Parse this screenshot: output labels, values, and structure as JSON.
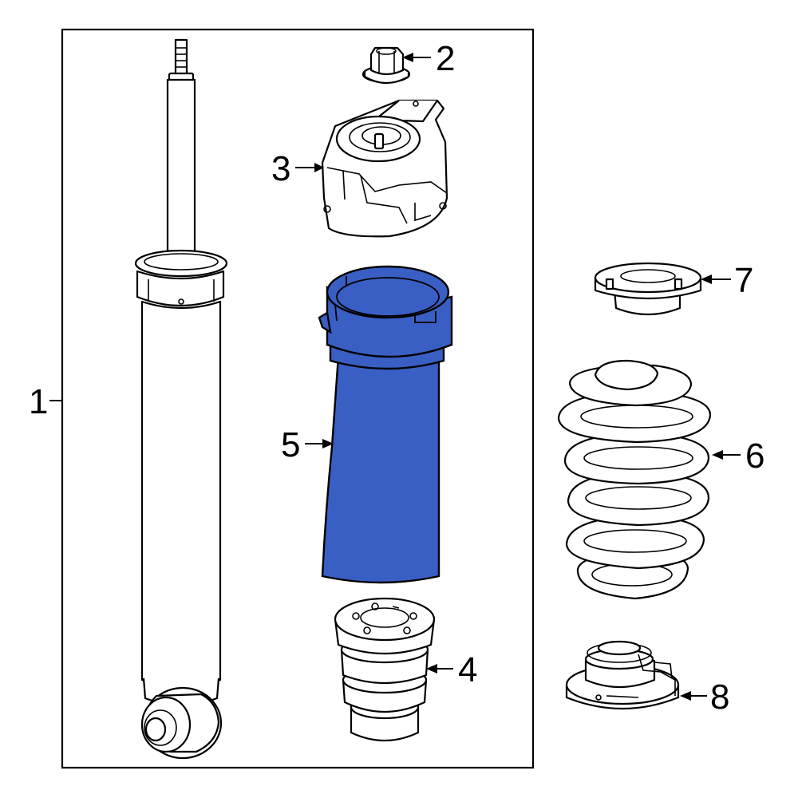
{
  "colors": {
    "highlight": "#3A5FC4",
    "line": "#000000",
    "background": "#FFFFFF"
  },
  "callouts": {
    "c1": "1",
    "c2": "2",
    "c3": "3",
    "c4": "4",
    "c5": "5",
    "c6": "6",
    "c7": "7",
    "c8": "8"
  }
}
